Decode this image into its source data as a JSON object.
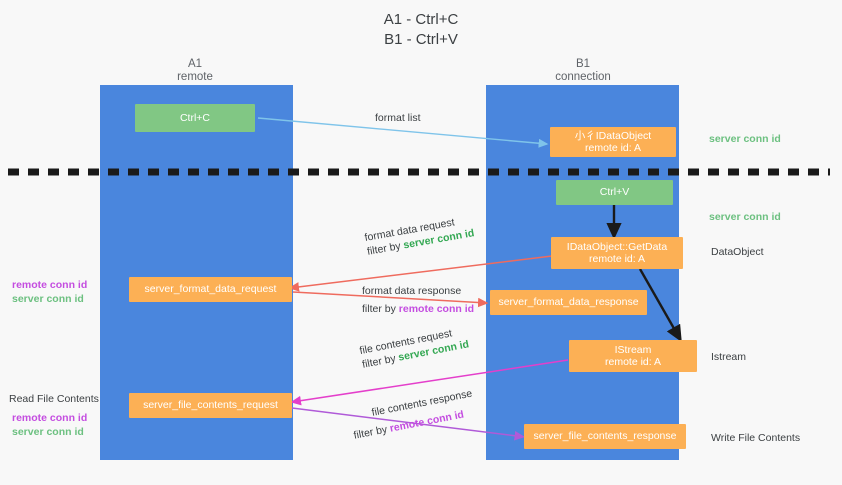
{
  "title": {
    "line1": "A1 - Ctrl+C",
    "line2": "B1 - Ctrl+V"
  },
  "lanes": [
    {
      "name": "A1",
      "sub": "remote"
    },
    {
      "name": "B1",
      "sub": "connection"
    }
  ],
  "nodes": {
    "ctrl_c": {
      "label": "Ctrl+C"
    },
    "ctrl_v": {
      "label": "Ctrl+V"
    },
    "idataobject": {
      "line1": "小彳IDataObject",
      "line2": "remote id: A"
    },
    "getdata": {
      "line1": "IDataObject::GetData",
      "line2": "remote id: A"
    },
    "istream": {
      "line1": "IStream",
      "line2": "remote id: A"
    },
    "server_format_data_request": {
      "label": "server_format_data_request"
    },
    "server_format_data_response": {
      "label": "server_format_data_response"
    },
    "server_file_contents_request": {
      "label": "server_file_contents_request"
    },
    "server_file_contents_response": {
      "label": "server_file_contents_response"
    }
  },
  "edges": {
    "format_list": {
      "label": "format list"
    },
    "format_data_request": {
      "line1": "format data request",
      "prefix": "filter by ",
      "token": "server conn id"
    },
    "format_data_response": {
      "line1": "format data response",
      "prefix": "filter by ",
      "token": "remote conn id"
    },
    "file_contents_request": {
      "line1": "file contents request",
      "prefix": "filter by ",
      "token": "server conn id"
    },
    "file_contents_response": {
      "line1": "file contents response",
      "prefix": "filter by ",
      "token": "remote conn id"
    }
  },
  "annotations": {
    "right_server_conn_top": "server conn id",
    "right_server_conn_mid": "server conn id",
    "right_dataobject": "DataObject",
    "right_istream": "Istream",
    "right_write_file_contents": "Write File Contents",
    "left_remote_conn_1": "remote conn id",
    "left_server_conn_1": "server conn id",
    "left_read_file_contents": "Read File Contents",
    "left_remote_conn_2": "remote conn id",
    "left_server_conn_2": "server conn id"
  },
  "colors": {
    "lane": "#4a86dd",
    "green_node": "#81c784",
    "orange_node": "#fcb055",
    "arrow_blue": "#7fc4ea",
    "arrow_red": "#ef6b5e",
    "arrow_magenta": "#e43fcb",
    "arrow_purple": "#b05ad8",
    "arrow_black": "#1a1a1a",
    "divider": "#1a1a1a",
    "token_green": "#34a853",
    "token_purple": "#c44de0"
  }
}
